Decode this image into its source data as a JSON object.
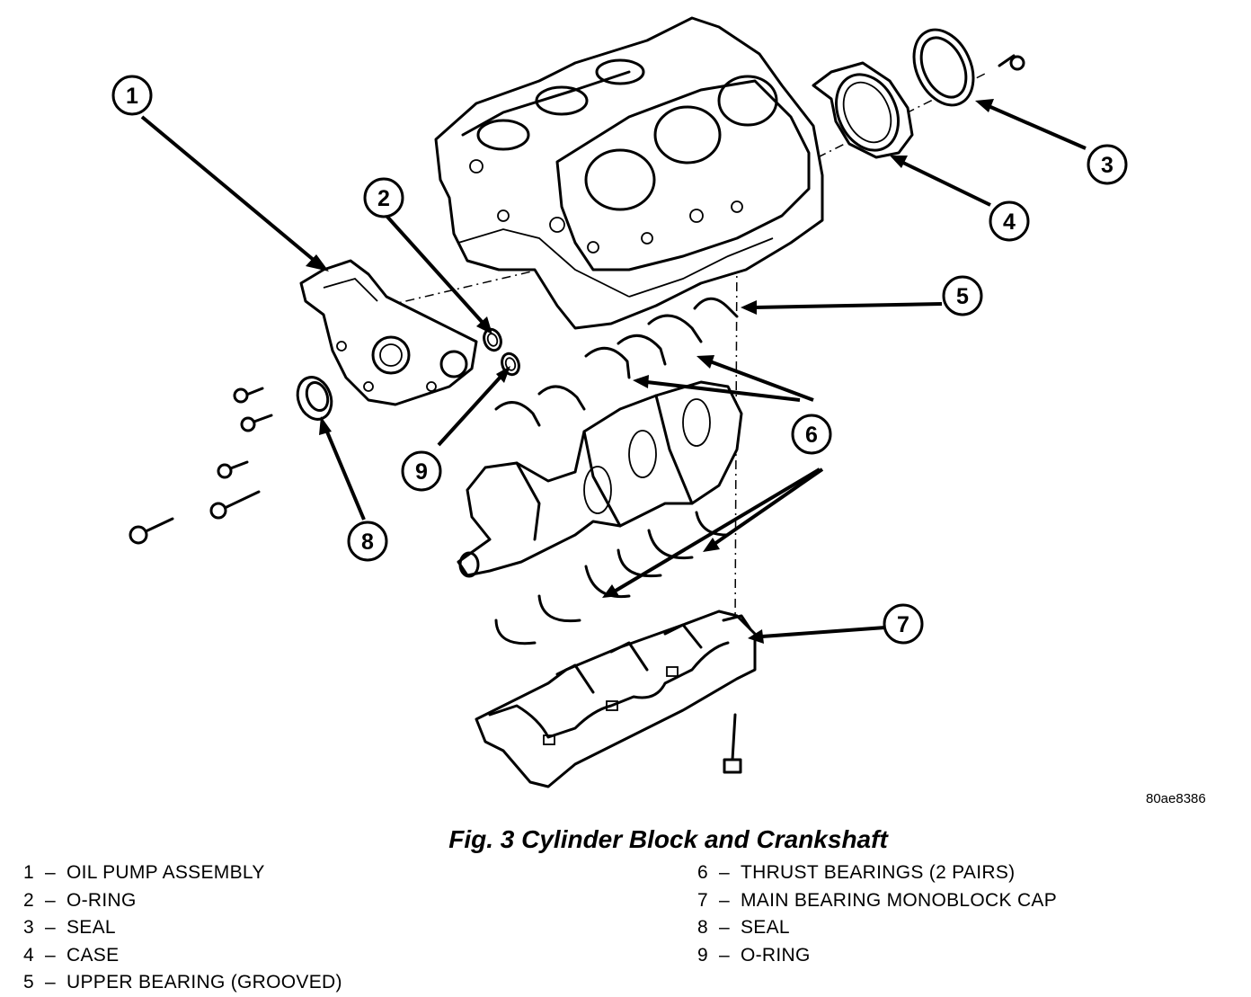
{
  "figure": {
    "title": "Fig. 3 Cylinder Block and Crankshaft",
    "reference_code": "80ae8386"
  },
  "callouts": [
    {
      "number": "1",
      "part": "OIL PUMP ASSEMBLY"
    },
    {
      "number": "2",
      "part": "O-RING"
    },
    {
      "number": "3",
      "part": "SEAL"
    },
    {
      "number": "4",
      "part": "CASE"
    },
    {
      "number": "5",
      "part": "UPPER BEARING (GROOVED)"
    },
    {
      "number": "6",
      "part": "THRUST BEARINGS (2 PAIRS)"
    },
    {
      "number": "7",
      "part": "MAIN BEARING MONOBLOCK CAP"
    },
    {
      "number": "8",
      "part": "SEAL"
    },
    {
      "number": "9",
      "part": "O-RING"
    }
  ],
  "legend": {
    "separator": "–",
    "left": [
      {
        "number": "1",
        "label": "OIL PUMP ASSEMBLY"
      },
      {
        "number": "2",
        "label": "O-RING"
      },
      {
        "number": "3",
        "label": "SEAL"
      },
      {
        "number": "4",
        "label": "CASE"
      },
      {
        "number": "5",
        "label": "UPPER BEARING (GROOVED)"
      }
    ],
    "right": [
      {
        "number": "6",
        "label": "THRUST BEARINGS (2 PAIRS)"
      },
      {
        "number": "7",
        "label": "MAIN BEARING MONOBLOCK CAP"
      },
      {
        "number": "8",
        "label": "SEAL"
      },
      {
        "number": "9",
        "label": "O-RING"
      }
    ]
  }
}
